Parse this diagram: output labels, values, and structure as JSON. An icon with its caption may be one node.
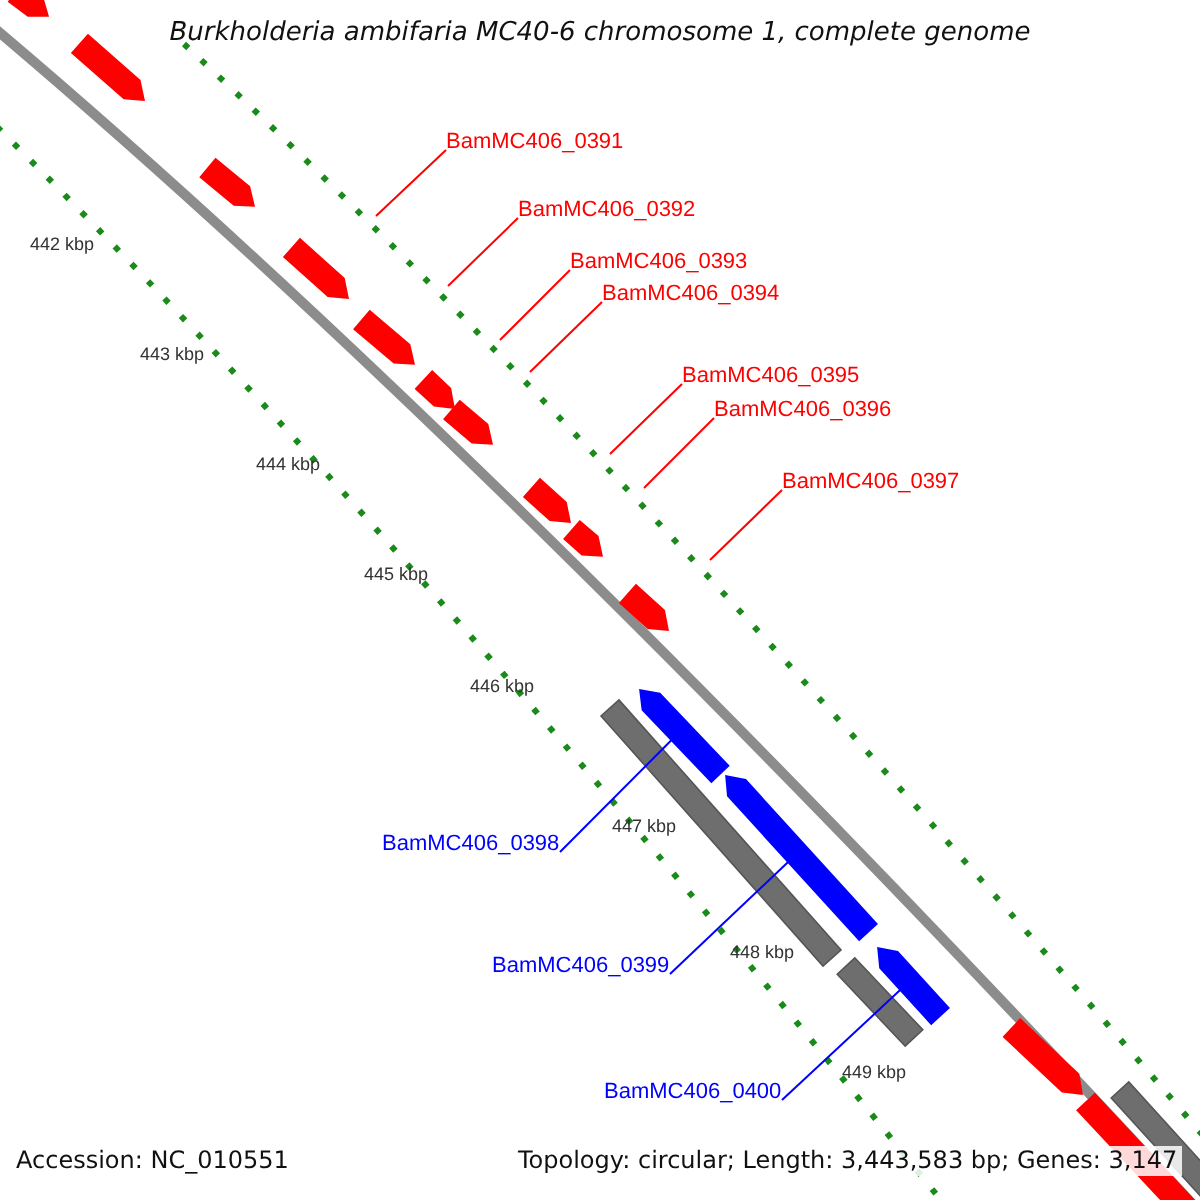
{
  "diagram": {
    "title": "Burkholderia ambifaria MC40-6 chromosome 1, complete genome",
    "nodes": [
      {
        "text": [
          "BamMC406_0391"
        ]
      },
      {
        "text": [
          "BamMC406_0392"
        ]
      },
      {
        "text": [
          "BamMC406_0393"
        ]
      },
      {
        "text": [
          "BamMC406_0394"
        ]
      },
      {
        "text": [
          "BamMC406_0395"
        ]
      },
      {
        "text": [
          "BamMC406_0396"
        ]
      },
      {
        "text": [
          "BamMC406_0397"
        ]
      },
      {
        "text": [
          "BamMC406_0398"
        ]
      },
      {
        "text": [
          "BamMC406_0399"
        ]
      },
      {
        "text": [
          "BamMC406_0400"
        ]
      },
      {
        "text": [],
        "shape": "arrow"
      },
      {
        "text": [],
        "shape": "arrow"
      },
      {
        "text": [],
        "shape": "arrow"
      }
    ],
    "edges": [
      {
        "from": 0,
        "to": null,
        "arrow": "none"
      },
      {
        "from": 1,
        "to": null,
        "arrow": "none"
      },
      {
        "from": 2,
        "to": null,
        "arrow": "none"
      },
      {
        "from": 3,
        "to": null,
        "arrow": "none"
      },
      {
        "from": 4,
        "to": null,
        "arrow": "none"
      },
      {
        "from": 5,
        "to": null,
        "arrow": "none"
      },
      {
        "from": 6,
        "to": null,
        "arrow": "none"
      },
      {
        "from": 7,
        "to": 10,
        "arrow": "none",
        "color": "#0000ff"
      },
      {
        "from": 8,
        "to": 11,
        "arrow": "none",
        "color": "#0000ff"
      },
      {
        "from": 9,
        "to": 12,
        "arrow": "none",
        "color": "#0000ff"
      }
    ],
    "labels": [
      "442 kbp",
      "443 kbp",
      "444 kbp",
      "445 kbp",
      "446 kbp",
      "447 kbp",
      "448 kbp",
      "449 kbp",
      "Accession: NC_010551",
      "Topology: circular; Length: 3,443,583 bp; Genes: 3,147"
    ]
  }
}
